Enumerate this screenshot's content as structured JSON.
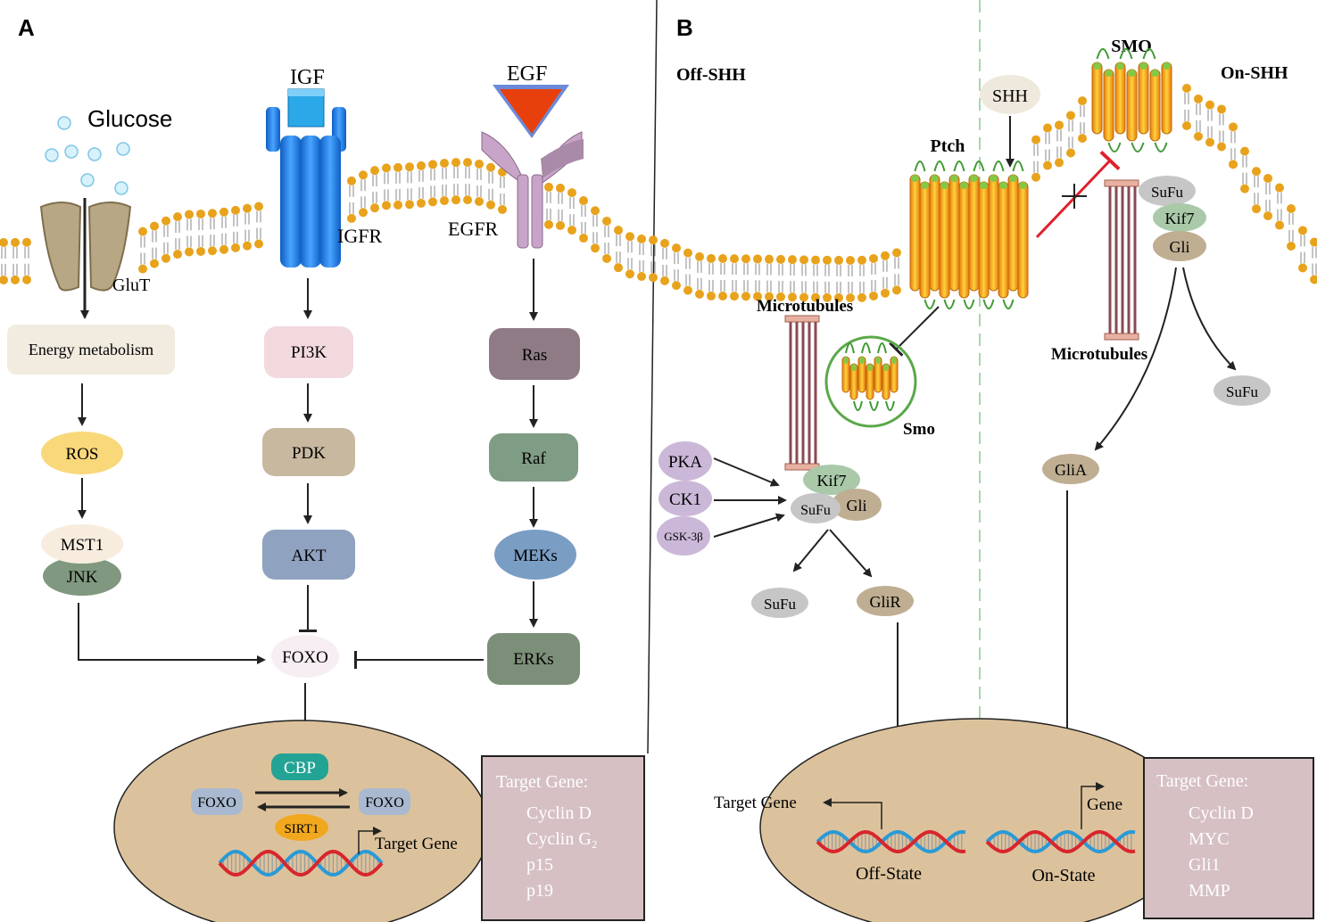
{
  "panel_a": {
    "label": "A",
    "glucose": "Glucose",
    "glut": "GluT",
    "igf": "IGF",
    "igfr": "IGFR",
    "egf": "EGF",
    "egfr": "EGFR",
    "energy": "Energy metabolism",
    "ros": "ROS",
    "mst1": "MST1",
    "jnk": "JNK",
    "pi3k": "PI3K",
    "pdk": "PDK",
    "akt": "AKT",
    "ras": "Ras",
    "raf": "Raf",
    "meks": "MEKs",
    "erks": "ERKs",
    "foxo": "FOXO",
    "cbp": "CBP",
    "foxo_left": "FOXO",
    "foxo_right": "FOXO",
    "sirt1": "SIRT1",
    "target_gene_label": "Target Gene",
    "target_box": {
      "title": "Target Gene:",
      "genes": [
        "Cyclin D",
        "Cyclin G₂",
        "p15",
        "p19"
      ]
    }
  },
  "panel_b": {
    "label": "B",
    "off_shh": "Off-SHH",
    "on_shh": "On-SHH",
    "shh": "SHH",
    "smo_top": "SMO",
    "ptch": "Ptch",
    "microtubules_left": "Microtubules",
    "microtubules_right": "Microtubules",
    "smo_vesicle": "Smo",
    "pka": "PKA",
    "ck1": "CK1",
    "gsk3b": "GSK-3β",
    "kif7_left": "Kif7",
    "sufu_left": "SuFu",
    "gli_left": "Gli",
    "sufu_released_left": "SuFu",
    "glir": "GliR",
    "sufu_right": "SuFu",
    "kif7_right": "Kif7",
    "gli_right": "Gli",
    "sufu_released_right": "SuFu",
    "glia": "GliA",
    "target_gene_off": "Target Gene",
    "gene_on": "Gene",
    "off_state": "Off-State",
    "on_state": "On-State",
    "target_box": {
      "title": "Target Gene:",
      "genes": [
        "Cyclin D",
        "MYC",
        "Gli1",
        "MMP"
      ]
    }
  },
  "colors": {
    "membrane_head": "#e8a21c",
    "nucleus": "#dcc29c",
    "target_box": "#d6c0c3",
    "receptor_blue": "#1f78e0",
    "egf_red": "#e8400c",
    "egfr_pink": "#c8a4c8",
    "ptch_orange": "#f4a51c",
    "inhibit_red": "#e0202c"
  }
}
